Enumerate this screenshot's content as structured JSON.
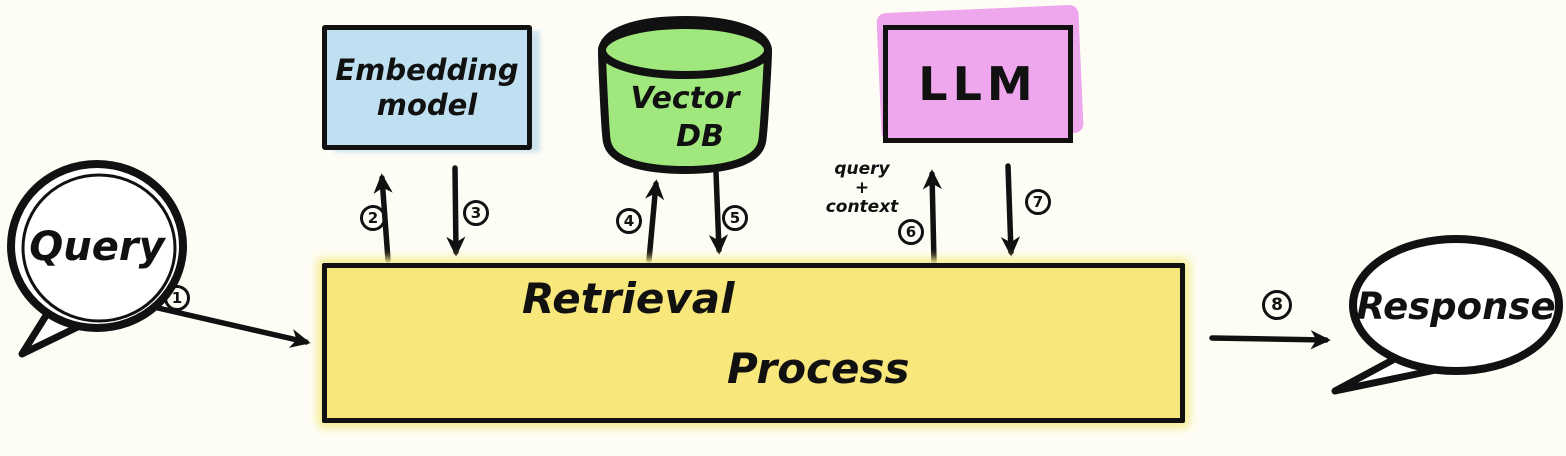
{
  "diagram": {
    "background": "#fdfdf6",
    "ink": "#111111",
    "nodes": {
      "query": {
        "label": "Query"
      },
      "embedding_model": {
        "line1": "Embedding",
        "line2": "model",
        "color": "#bfe0f0"
      },
      "vector_db": {
        "line1": "Vector",
        "line2": "DB",
        "color": "#a0e87d"
      },
      "llm": {
        "label": "LLM",
        "color": "#eea6ec"
      },
      "retrieval_process": {
        "line1": "Retrieval",
        "line2": "Process",
        "color": "#f8e87b"
      },
      "response": {
        "label": "Response"
      }
    },
    "steps": [
      "1",
      "2",
      "3",
      "4",
      "5",
      "6",
      "7",
      "8"
    ],
    "labels": {
      "query_context": {
        "line1": "query",
        "line2": "+",
        "line3": "context"
      }
    }
  }
}
